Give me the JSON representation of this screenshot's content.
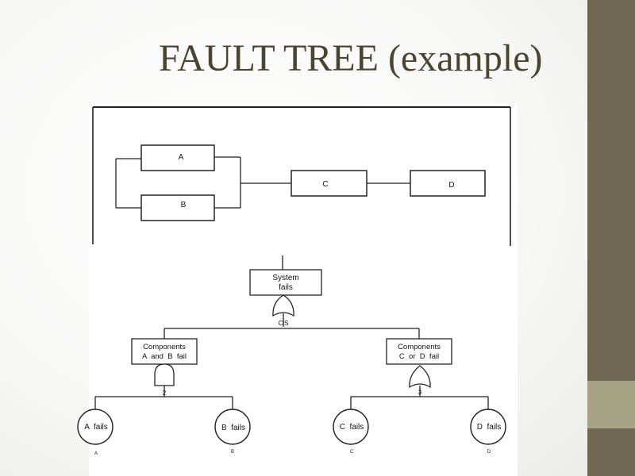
{
  "slide": {
    "title": "FAULT TREE (example)",
    "colors": {
      "sidebar_dark": "#6f6752",
      "sidebar_light": "#a5a383",
      "title_text": "#4a4530"
    }
  },
  "reliability_block_diagram": {
    "blocks": [
      "A",
      "B",
      "C",
      "D"
    ]
  },
  "fault_tree": {
    "top_event": {
      "line1": "System",
      "line2": "fails"
    },
    "top_gate_label": "ClS",
    "left_event": {
      "line1": "Components",
      "line2": "A  and  B  fail"
    },
    "left_gate_label": "2",
    "right_event": {
      "line1": "Components",
      "line2": "C  or  D  fail"
    },
    "right_gate_label": "3",
    "basic_events": [
      {
        "label": "A  fails",
        "code": "A"
      },
      {
        "label": "B  fails",
        "code": "B"
      },
      {
        "label": "C  fails",
        "code": "C"
      },
      {
        "label": "D  fails",
        "code": "D"
      }
    ]
  }
}
